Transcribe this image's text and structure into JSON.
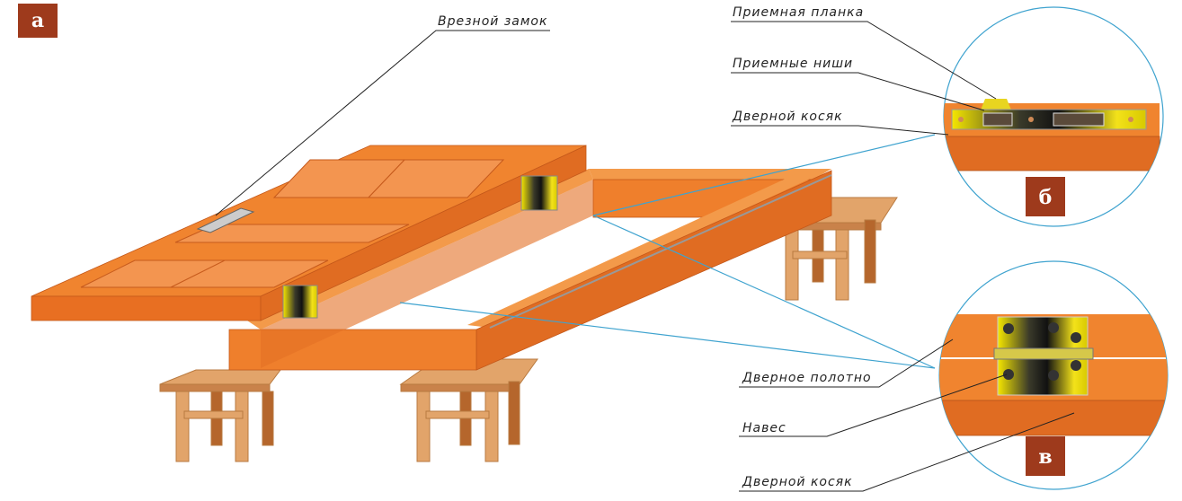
{
  "badges": {
    "a": "а",
    "b": "б",
    "v": "в"
  },
  "labels": {
    "mortise_lock": "Врезной замок",
    "strike_plate": "Приемная планка",
    "strike_niches": "Приемные ниши",
    "door_jamb_top": "Дверной косяк",
    "door_leaf": "Дверное полотно",
    "hinge": "Навес",
    "door_jamb_bottom": "Дверной косяк"
  },
  "colors": {
    "wood_top": "#f0842f",
    "wood_side": "#e06c22",
    "badge": "#9e3a1c",
    "leader_blue": "#3fa3cf",
    "bench": "#e2a46a"
  }
}
